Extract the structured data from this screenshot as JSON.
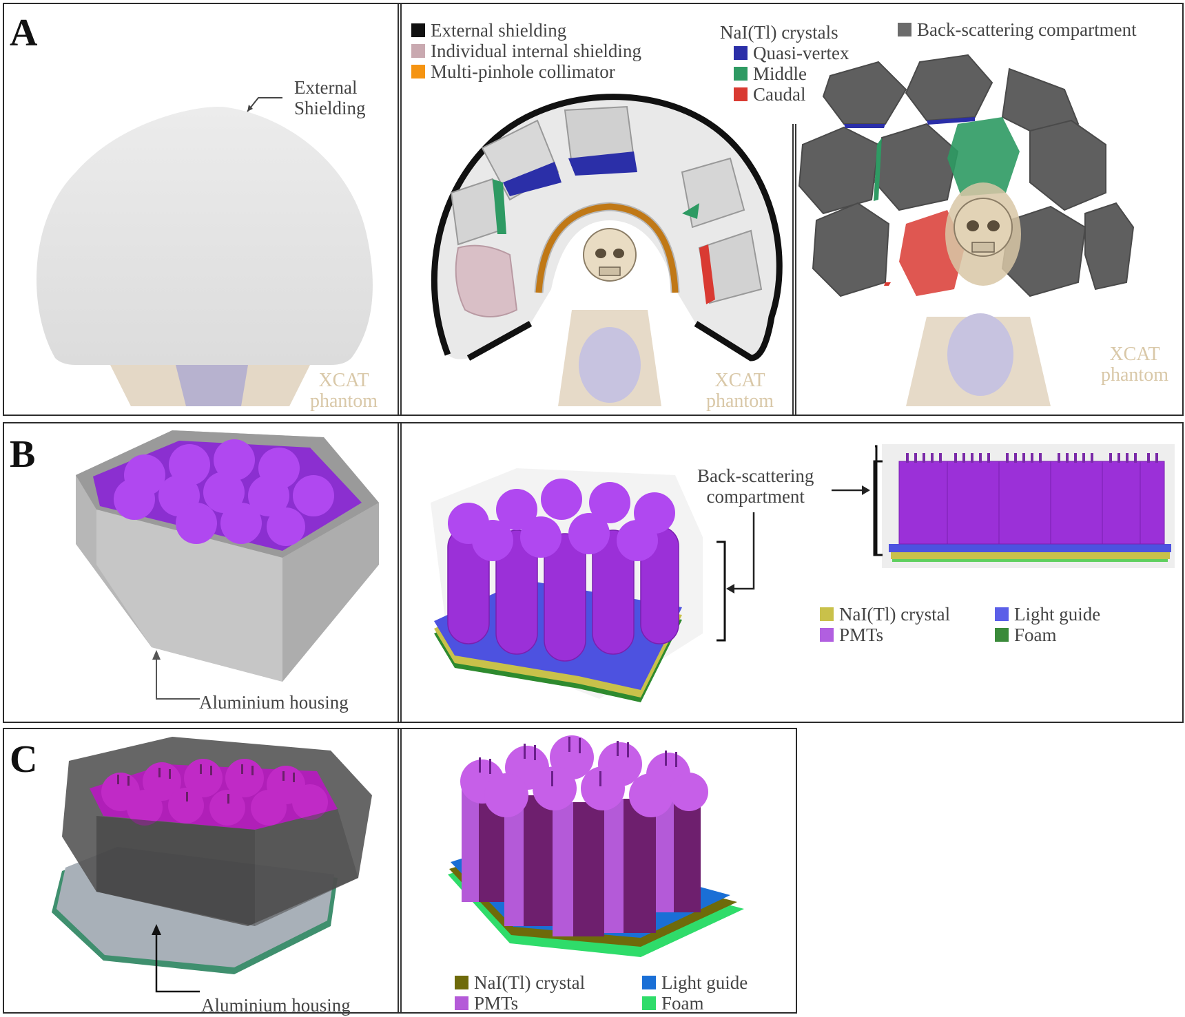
{
  "panels": {
    "a": {
      "letter": "A",
      "external_shielding_callout": [
        "External",
        "Shielding"
      ],
      "legend_shielding": [
        {
          "label": "External shielding",
          "color": "#111111"
        },
        {
          "label": "Individual internal shielding",
          "color": "#c9a9b0"
        },
        {
          "label": "Multi-pinhole collimator",
          "color": "#f59412"
        }
      ],
      "crystals_title": "NaI(Tl) crystals",
      "legend_crystals": [
        {
          "label": "Quasi-vertex",
          "color": "#2b2fa8"
        },
        {
          "label": "Middle",
          "color": "#2e9a63"
        },
        {
          "label": "Caudal",
          "color": "#d93a32"
        }
      ],
      "backscatter_legend": {
        "label": "Back-scattering compartment",
        "color": "#6b6b6b"
      },
      "phantom_label": [
        "XCAT",
        "phantom"
      ]
    },
    "b": {
      "letter": "B",
      "housing_label": "Aluminium housing",
      "backscatter_callout": [
        "Back-scattering",
        "compartment"
      ],
      "legend": [
        {
          "label": "NaI(Tl) crystal",
          "color": "#c9c14a"
        },
        {
          "label": "Light guide",
          "color": "#5b5fe8"
        },
        {
          "label": "PMTs",
          "color": "#b15fe0"
        },
        {
          "label": "Foam",
          "color": "#3a8a3a"
        }
      ]
    },
    "c": {
      "letter": "C",
      "housing_label": "Aluminium housing",
      "legend": [
        {
          "label": "NaI(Tl) crystal",
          "color": "#6e6a0a"
        },
        {
          "label": "Light guide",
          "color": "#1a6fd6"
        },
        {
          "label": "PMTs",
          "color": "#b45ad8"
        },
        {
          "label": "Foam",
          "color": "#2fdc6a"
        }
      ]
    }
  },
  "colors": {
    "pmt_purple": "#9b30d8",
    "pmt_magenta": "#b81fb8",
    "housing_gray": "#bdbdbd",
    "backscatter_gray": "#5f5f5f"
  }
}
